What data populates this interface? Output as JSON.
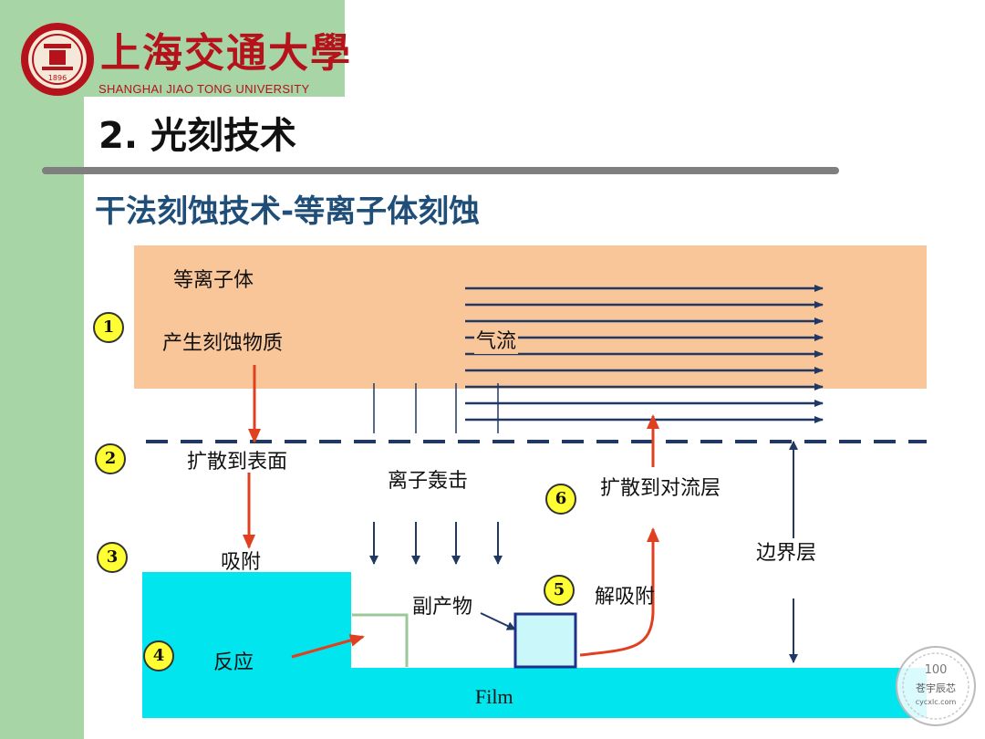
{
  "header": {
    "university_cn": "上海交通大學",
    "university_en": "SHANGHAI JIAO TONG UNIVERSITY",
    "seal_text": "1896"
  },
  "slide": {
    "title": "2. 光刻技术",
    "subtitle": "干法刻蚀技术-等离子体刻蚀"
  },
  "diagram": {
    "labels": {
      "plasma": "等离子体",
      "generate": "产生刻蚀物质",
      "gas_flow": "气流",
      "diffuse_surface": "扩散到表面",
      "ion_bombard": "离子轰击",
      "diffuse_convection": "扩散到对流层",
      "adsorb": "吸附",
      "boundary": "边界层",
      "byproduct": "副产物",
      "desorb": "解吸附",
      "react": "反应",
      "film": "Film"
    },
    "steps": [
      "1",
      "2",
      "3",
      "4",
      "5",
      "6"
    ]
  },
  "watermark": {
    "text_top": "100",
    "text_mid": "苍宇辰芯",
    "text_bottom": "cycxlc.com"
  },
  "colors": {
    "plasma": "#f9c69a",
    "film": "#00e5ee",
    "arrow_red": "#e0401f",
    "arrow_navy": "#1f3864",
    "sidebar": "#a7d5a5",
    "step_badge": "#ffff33"
  }
}
